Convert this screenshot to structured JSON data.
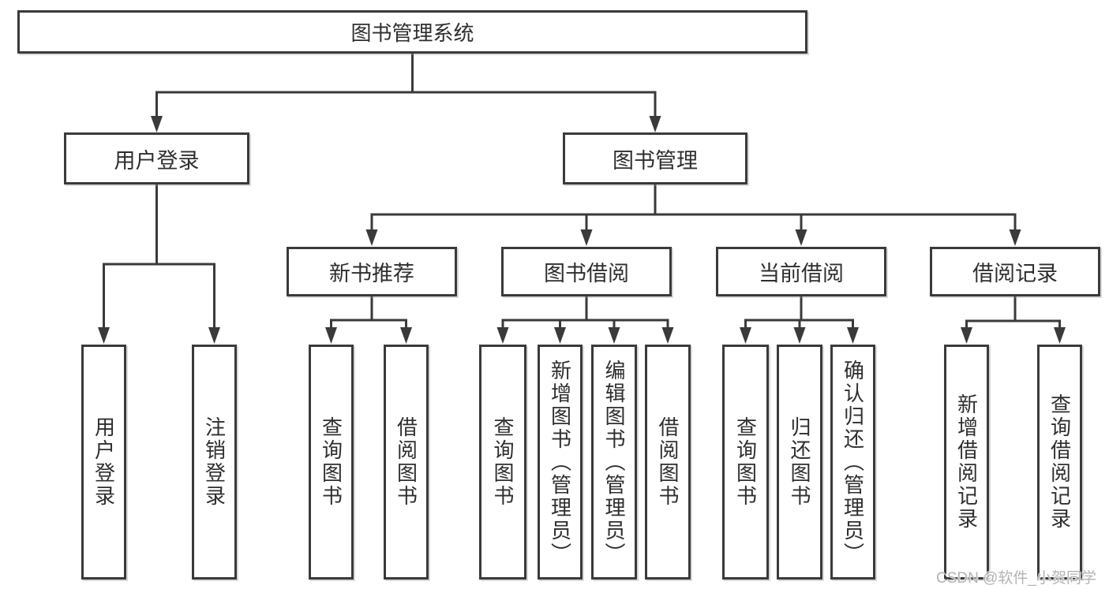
{
  "diagram": {
    "root": {
      "label": "图书管理系统"
    },
    "level2": [
      {
        "id": "user-login",
        "label": "用户登录"
      },
      {
        "id": "book-management",
        "label": "图书管理"
      }
    ],
    "level3": [
      {
        "id": "new-book-recommend",
        "label": "新书推荐"
      },
      {
        "id": "book-borrow",
        "label": "图书借阅"
      },
      {
        "id": "current-borrow",
        "label": "当前借阅"
      },
      {
        "id": "borrow-records",
        "label": "借阅记录"
      }
    ],
    "leaves": [
      {
        "id": "user-login-action",
        "label": "用户登录"
      },
      {
        "id": "logout-action",
        "label": "注销登录"
      },
      {
        "id": "query-books-recommend",
        "label": "查询图书"
      },
      {
        "id": "borrow-books-recommend",
        "label": "借阅图书"
      },
      {
        "id": "query-books-borrow",
        "label": "查询图书"
      },
      {
        "id": "add-books-admin",
        "label": "新增图书（管理员）"
      },
      {
        "id": "edit-books-admin",
        "label": "编辑图书（管理员）"
      },
      {
        "id": "borrow-books-action",
        "label": "借阅图书"
      },
      {
        "id": "query-books-current",
        "label": "查询图书"
      },
      {
        "id": "return-books",
        "label": "归还图书"
      },
      {
        "id": "confirm-return-admin",
        "label": "确认归还（管理员）"
      },
      {
        "id": "add-borrow-record",
        "label": "新增借阅记录"
      },
      {
        "id": "query-borrow-record",
        "label": "查询借阅记录"
      }
    ]
  },
  "watermark": {
    "text": "CSDN @软件_小贺同学"
  },
  "colors": {
    "line": "#3a3a3a",
    "border": "#3a3a3a",
    "text": "#2e2e2e",
    "background": "#ffffff",
    "watermark": "#b3b3b3"
  }
}
